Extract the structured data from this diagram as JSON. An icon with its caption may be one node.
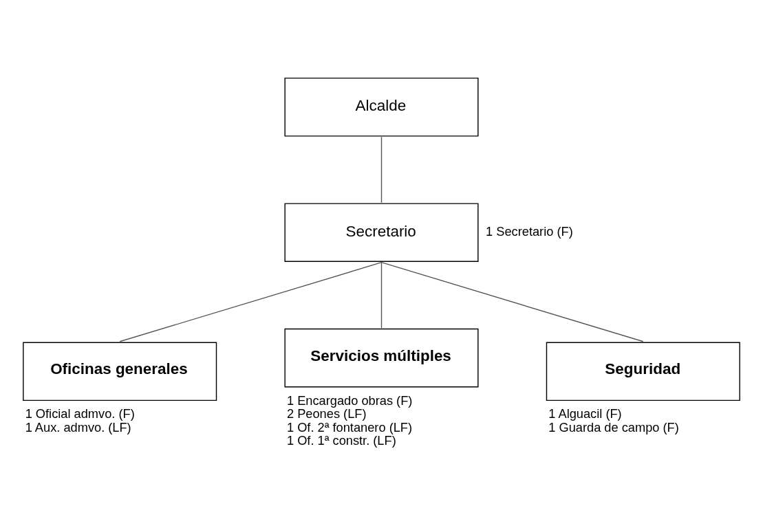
{
  "diagram": {
    "nodes": [
      {
        "text": [
          "Alcalde"
        ]
      },
      {
        "text": [
          "Secretario"
        ],
        "beside": [
          "1 Secretario (F)"
        ]
      },
      {
        "text": [
          "Oficinas generales"
        ],
        "beside": [
          "1 Oficial admvo. (F)",
          "1 Aux. admvo. (LF)"
        ]
      },
      {
        "text": [
          "Servicios múltiples"
        ],
        "beside": [
          "1 Encargado obras (F)",
          "2 Peones (LF)",
          "1 Of. 2ª fontanero (LF)",
          "1 Of. 1ª constr. (LF)"
        ]
      },
      {
        "text": [
          "Seguridad"
        ],
        "beside": [
          "1 Alguacil (F)",
          "1 Guarda de campo (F)"
        ]
      }
    ],
    "edges": [
      {
        "from": 0,
        "to": 1,
        "arrow": "none"
      },
      {
        "from": 1,
        "to": 2,
        "arrow": "none"
      },
      {
        "from": 1,
        "to": 3,
        "arrow": "none"
      },
      {
        "from": 1,
        "to": 4,
        "arrow": "none"
      }
    ]
  }
}
